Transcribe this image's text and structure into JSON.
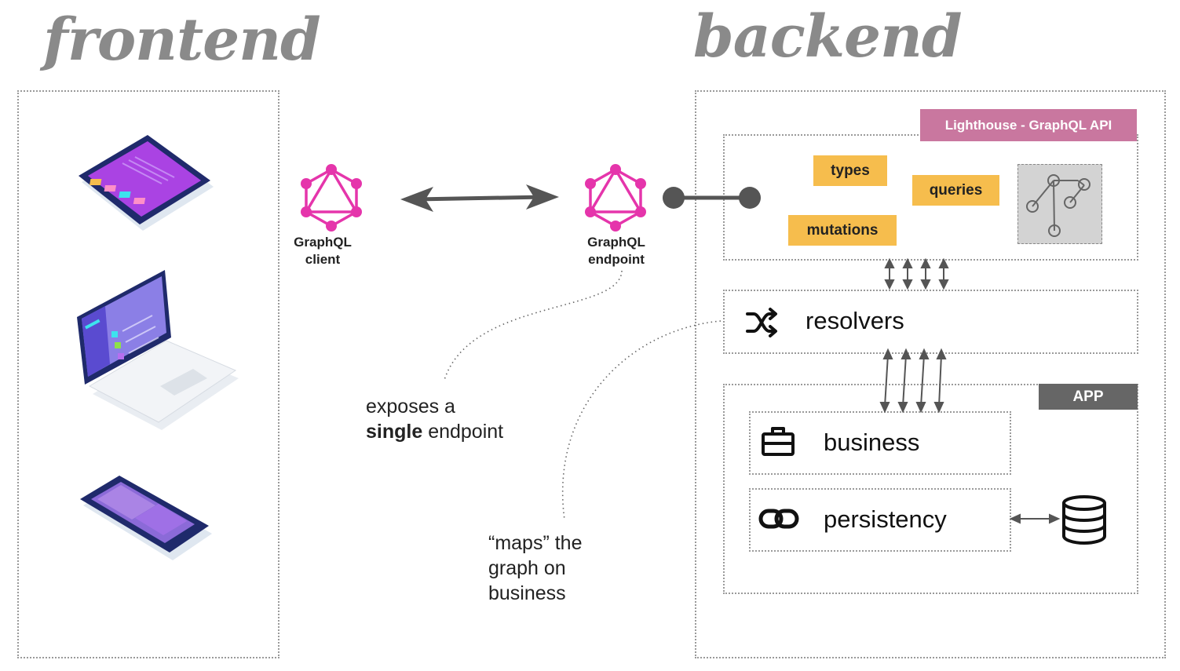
{
  "frontend": {
    "title": "frontend"
  },
  "backend": {
    "title": "backend"
  },
  "graphql_client": {
    "line1": "GraphQL",
    "line2": "client"
  },
  "graphql_endpoint": {
    "line1": "GraphQL",
    "line2": "endpoint"
  },
  "lighthouse": {
    "label": "Lighthouse - GraphQL API",
    "color": "#c9779f"
  },
  "tags": {
    "types": "types",
    "queries": "queries",
    "mutations": "mutations",
    "color": "#f6bd4d"
  },
  "resolvers": {
    "label": "resolvers",
    "icon": "shuffle-icon"
  },
  "app": {
    "label": "APP",
    "color": "#666666"
  },
  "business": {
    "label": "business",
    "icon": "briefcase-icon"
  },
  "persistency": {
    "label": "persistency",
    "icon": "link-icon"
  },
  "database": {
    "icon": "database-icon"
  },
  "notes": {
    "endpoint_line1": "exposes a",
    "endpoint_bold": "single",
    "endpoint_rest": " endpoint",
    "maps_line1": "“maps” the",
    "maps_line2": "graph on",
    "maps_line3": "business"
  },
  "colors": {
    "graphql_pink": "#e535ab",
    "title_gray": "#8a8a8a",
    "arrow_gray": "#555555"
  }
}
